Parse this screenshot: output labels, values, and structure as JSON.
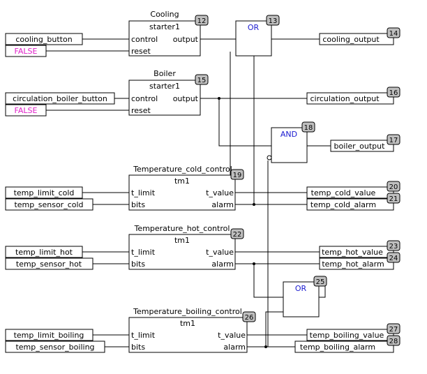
{
  "colors": {
    "constant": "#e020c8",
    "gate": "#1a1ad0",
    "badge": "#bfbfbf"
  },
  "blocks": [
    {
      "id": "cooling",
      "title": "Cooling",
      "type": "starter1",
      "number": "12",
      "inputs": [
        "control",
        "reset"
      ],
      "outputs": [
        "output"
      ]
    },
    {
      "id": "boiler",
      "title": "Boiler",
      "type": "starter1",
      "number": "15",
      "inputs": [
        "control",
        "reset"
      ],
      "outputs": [
        "output"
      ]
    },
    {
      "id": "temp_cold",
      "title": "Temperature_cold_control",
      "type": "tm1",
      "number": "19",
      "inputs": [
        "t_limit",
        "bits"
      ],
      "outputs": [
        "t_value",
        "alarm"
      ]
    },
    {
      "id": "temp_hot",
      "title": "Temperature_hot_control",
      "type": "tm1",
      "number": "22",
      "inputs": [
        "t_limit",
        "bits"
      ],
      "outputs": [
        "t_value",
        "alarm"
      ]
    },
    {
      "id": "temp_boiling",
      "title": "Temperature_boiling_control",
      "type": "tm1",
      "number": "26",
      "inputs": [
        "t_limit",
        "bits"
      ],
      "outputs": [
        "t_value",
        "alarm"
      ]
    }
  ],
  "gates": [
    {
      "id": "or13",
      "label": "OR",
      "number": "13"
    },
    {
      "id": "and18",
      "label": "AND",
      "number": "18"
    },
    {
      "id": "or25",
      "label": "OR",
      "number": "25"
    }
  ],
  "input_vars": [
    {
      "id": "cooling_button",
      "label": "cooling_button"
    },
    {
      "id": "false1",
      "label": "FALSE",
      "constant": true
    },
    {
      "id": "circ_btn",
      "label": "circulation_boiler_button"
    },
    {
      "id": "false2",
      "label": "FALSE",
      "constant": true
    },
    {
      "id": "tl_cold",
      "label": "temp_limit_cold"
    },
    {
      "id": "ts_cold",
      "label": "temp_sensor_cold"
    },
    {
      "id": "tl_hot",
      "label": "temp_limit_hot"
    },
    {
      "id": "ts_hot",
      "label": "temp_sensor_hot"
    },
    {
      "id": "tl_boil",
      "label": "temp_limit_boiling"
    },
    {
      "id": "ts_boil",
      "label": "temp_sensor_boiling"
    }
  ],
  "output_vars": [
    {
      "id": "cooling_output",
      "label": "cooling_output",
      "number": "14"
    },
    {
      "id": "circulation_output",
      "label": "circulation_output",
      "number": "16"
    },
    {
      "id": "boiler_output",
      "label": "boiler_output",
      "number": "17"
    },
    {
      "id": "temp_cold_value",
      "label": "temp_cold_value",
      "number": "20"
    },
    {
      "id": "temp_cold_alarm",
      "label": "temp_cold_alarm",
      "number": "21"
    },
    {
      "id": "temp_hot_value",
      "label": "temp_hot_value",
      "number": "23"
    },
    {
      "id": "temp_hot_alarm",
      "label": "temp_hot_alarm",
      "number": "24"
    },
    {
      "id": "temp_boiling_value",
      "label": "temp_boiling_value",
      "number": "27"
    },
    {
      "id": "temp_boiling_alarm",
      "label": "temp_boiling_alarm",
      "number": "28"
    }
  ]
}
